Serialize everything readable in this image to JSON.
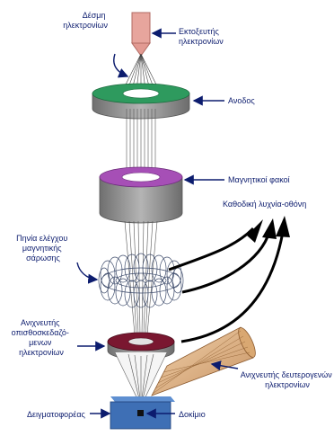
{
  "labels": {
    "electron_beam": [
      "Δέσμη",
      "ηλεκτρονίων"
    ],
    "electron_gun": [
      "Εκτοξευτής",
      "ηλεκτρονίων"
    ],
    "anode": "Ανοδος",
    "magnetic_lenses": "Μαγνητικοί φακοί",
    "crt_screen": "Καθοδική λυχνία-οθόνη",
    "scan_coils": [
      "Πηνία ελέγχου",
      "μαγνητικής",
      "σάρωσης"
    ],
    "backscatter_detector": [
      "Ανιχνευτής",
      "οπισθοσκεδαζό-",
      "μενων",
      "ηλεκτρονίων"
    ],
    "secondary_detector": [
      "Ανιχνευτής δευτερογενών",
      "ηλεκτρονίων"
    ],
    "sample_holder": "Δειγματοφορέας",
    "specimen": "Δοκίμιο"
  },
  "colors": {
    "gun": "#e9a9a2",
    "anode_ring": "#2e9a5e",
    "lens_ring": "#a64fb6",
    "detector_ring": "#7a1730",
    "secondary_detector": "#e3b98a",
    "stage": "#3e6fb5",
    "body_gray": "#8c8c8c",
    "label_text": "#0c1c6e"
  }
}
